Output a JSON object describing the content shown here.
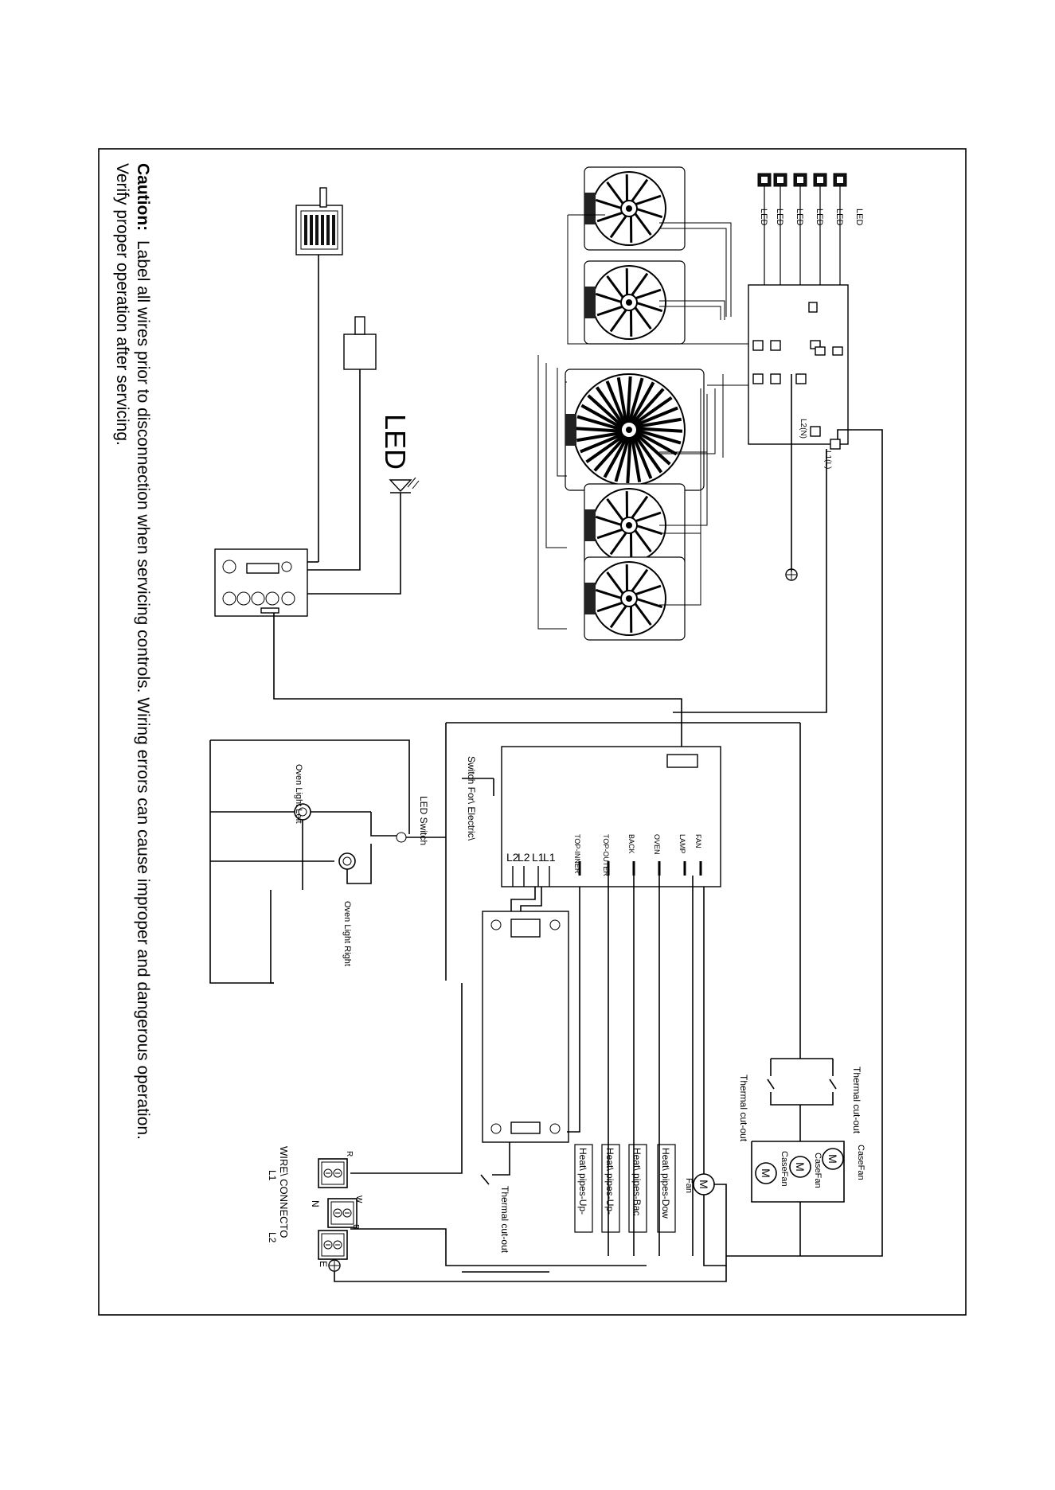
{
  "caution": {
    "heading": "Caution:",
    "line1": "Label all wires prior to disconnection when servicing controls. Wiring errors can cause improper and dangerous operation.",
    "line2": "Verify proper operation after servicing."
  },
  "led_panel": {
    "led_label": "LED",
    "terminal_l2": "L2(N)",
    "terminal_l1": "L1(L)"
  },
  "control": {
    "led_label": "LED"
  },
  "lights": {
    "led_switch": "LED Switch",
    "oven_light_left": "Oven Light Left",
    "oven_light_right": "Oven Light Right"
  },
  "switch_board": {
    "title": "Switch For\\ Electric\\",
    "terminals": [
      "FAN",
      "LAMP",
      "OVEN",
      "BACK",
      "TOP-OUTER",
      "TOP-INNER"
    ],
    "line_terminals": [
      "L2",
      "L2",
      "L1",
      "L1"
    ]
  },
  "thermal": {
    "cutout_top": "Thermal cut-out",
    "cutout_bottom": "Thermal cut-out",
    "cutout_main": "Thermal cut-out"
  },
  "fans": {
    "case_fan_1": "CaseFan",
    "case_fan_2": "CaseFan",
    "case_fan_3": "CaseFan",
    "motor_symbol": "M",
    "oven_fan": "Fan"
  },
  "heat_pipes": [
    "Heat\\ pipes-Dow",
    "Heat\\ pipes-Bac",
    "Heat\\ pipes-Up-",
    "Heat\\ pipes-Up-"
  ],
  "connector": {
    "title": "WIRE\\ CONNECTO",
    "l1": "L1",
    "n": "N",
    "l2": "L2",
    "e": "E",
    "r": "R",
    "w": "W",
    "b": "B"
  }
}
